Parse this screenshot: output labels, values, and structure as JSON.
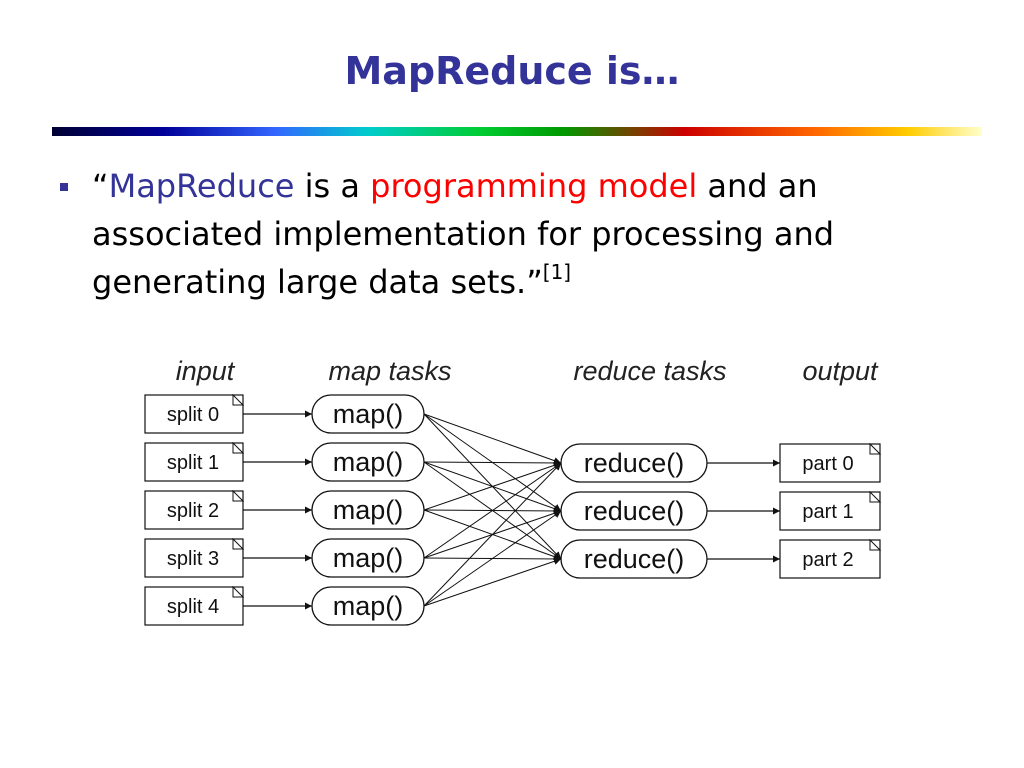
{
  "slide": {
    "title": "MapReduce is…",
    "bullet": {
      "open_quote": "“",
      "term": "MapReduce",
      "is_a": " is a ",
      "highlight": "programming model",
      "rest": " and an associated implementation for processing and generating large data sets.",
      "close_quote": "”",
      "citation": "[1]"
    },
    "colors": {
      "title": "#333399",
      "term": "#333399",
      "highlight": "#ff0000"
    }
  },
  "diagram": {
    "column_labels": {
      "input": "input",
      "map_tasks": "map tasks",
      "reduce_tasks": "reduce tasks",
      "output": "output"
    },
    "inputs": [
      "split 0",
      "split 1",
      "split 2",
      "split 3",
      "split 4"
    ],
    "map_tasks": [
      "map()",
      "map()",
      "map()",
      "map()",
      "map()"
    ],
    "reduce_tasks": [
      "reduce()",
      "reduce()",
      "reduce()"
    ],
    "outputs": [
      "part 0",
      "part 1",
      "part 2"
    ]
  }
}
